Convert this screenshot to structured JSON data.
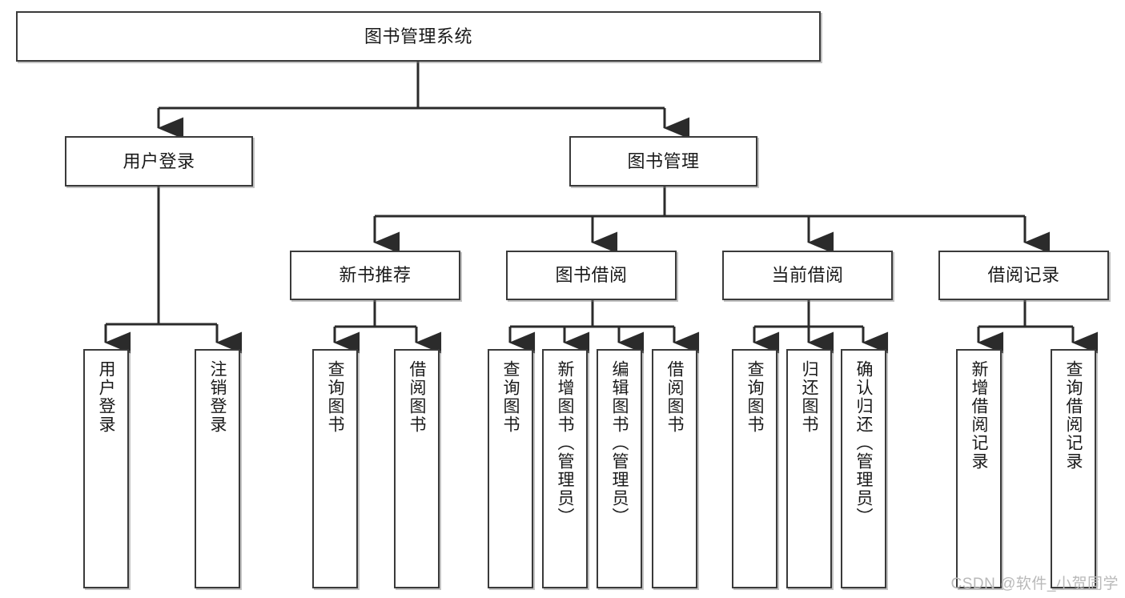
{
  "diagram": {
    "title": "图书管理系统",
    "type": "tree",
    "watermark": "CSDN @软件_小贺同学",
    "colors": {
      "box_border": "#3a3a3a",
      "box_fill": "#ffffff",
      "connector": "#2b2b2b",
      "text": "#1a1a1a",
      "watermark": "#b9b9b9"
    },
    "levels": {
      "root": {
        "label": "图书管理系统"
      },
      "level2": [
        {
          "id": "user-login",
          "label": "用户登录"
        },
        {
          "id": "book-management",
          "label": "图书管理"
        }
      ],
      "level3": [
        {
          "id": "new-book-recommend",
          "label": "新书推荐",
          "parent": "book-management"
        },
        {
          "id": "book-borrow",
          "label": "图书借阅",
          "parent": "book-management"
        },
        {
          "id": "current-borrow",
          "label": "当前借阅",
          "parent": "book-management"
        },
        {
          "id": "borrow-record",
          "label": "借阅记录",
          "parent": "book-management"
        }
      ],
      "leaves": {
        "user-login": [
          {
            "id": "leaf-user-login",
            "label": "用户登录"
          },
          {
            "id": "leaf-user-logout",
            "label": "注销登录"
          }
        ],
        "new-book-recommend": [
          {
            "id": "leaf-query-book-1",
            "label": "查询图书"
          },
          {
            "id": "leaf-borrow-book-1",
            "label": "借阅图书"
          }
        ],
        "book-borrow": [
          {
            "id": "leaf-query-book-2",
            "label": "查询图书"
          },
          {
            "id": "leaf-add-book",
            "label": "新增图书（管理员）"
          },
          {
            "id": "leaf-edit-book",
            "label": "编辑图书（管理员）"
          },
          {
            "id": "leaf-borrow-book-2",
            "label": "借阅图书"
          }
        ],
        "current-borrow": [
          {
            "id": "leaf-query-book-3",
            "label": "查询图书"
          },
          {
            "id": "leaf-return-book",
            "label": "归还图书"
          },
          {
            "id": "leaf-confirm-return",
            "label": "确认归还（管理员）"
          }
        ],
        "borrow-record": [
          {
            "id": "leaf-add-record",
            "label": "新增借阅记录"
          },
          {
            "id": "leaf-query-record",
            "label": "查询借阅记录"
          }
        ]
      }
    }
  }
}
